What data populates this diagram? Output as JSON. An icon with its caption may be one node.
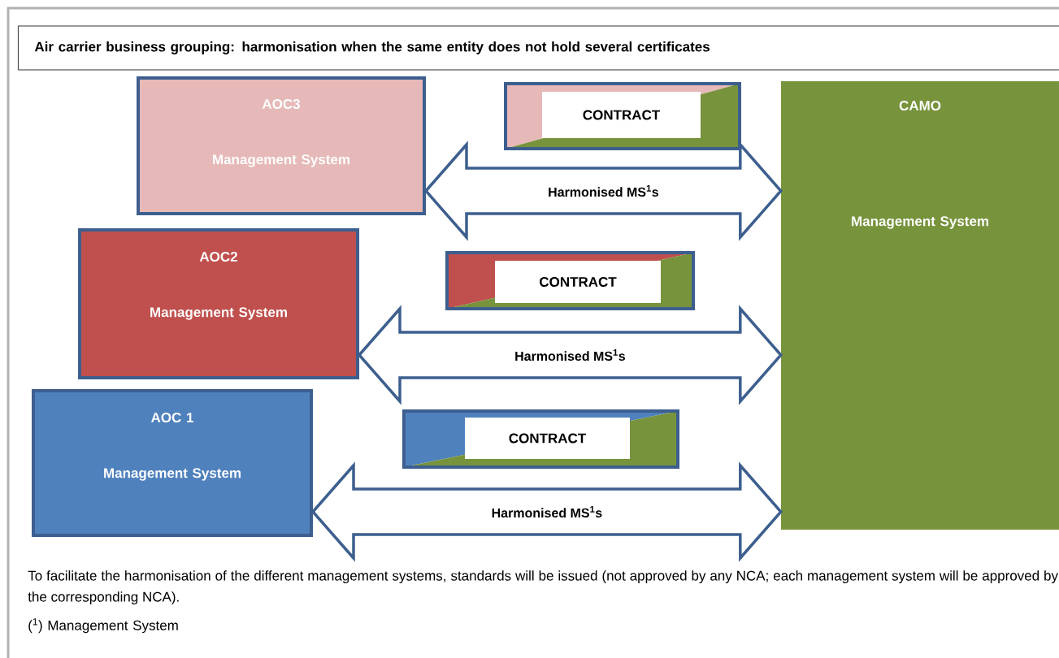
{
  "diagram": {
    "title": "Air carrier business grouping: harmonisation when the same entity does not hold several certificates",
    "nodes": [
      {
        "text": [
          "AOC3",
          "Management System"
        ]
      },
      {
        "text": [
          "CONTRACT"
        ]
      },
      {
        "text": [
          "AOC2",
          "Management System"
        ]
      },
      {
        "text": [
          "CONTRACT"
        ]
      },
      {
        "text": [
          "AOC 1",
          "Management System"
        ]
      },
      {
        "text": [
          "CONTRACT"
        ]
      },
      {
        "text": [
          "CAMO",
          "Management System"
        ]
      }
    ],
    "edges": [
      {
        "from": 0,
        "to": 6,
        "arrow": "both",
        "label": "Harmonised MS$^{1}$s"
      },
      {
        "from": 2,
        "to": 6,
        "arrow": "both",
        "label": "Harmonised MS$^{1}$s"
      },
      {
        "from": 4,
        "to": 6,
        "arrow": "both",
        "label": "Harmonised MS$^{1}$s"
      }
    ],
    "labels": [
      "To facilitate the harmonisation of the different management systems, standards will be issued (not approved by any NCA; each management system will be approved by the corresponding NCA).",
      "($^{1}$) Management System"
    ]
  }
}
